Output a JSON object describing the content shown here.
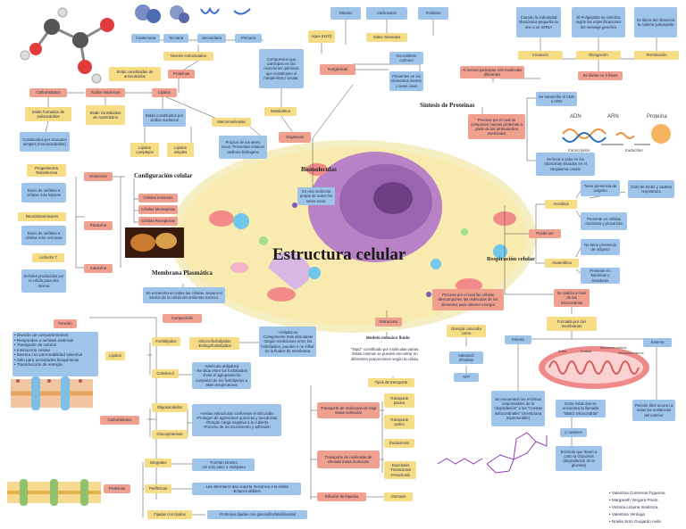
{
  "title": "Estructura celular",
  "headings": {
    "configuracion": "Configuración celular",
    "membrana": "Membrana Plasmática",
    "sintesis": "Síntesis de Proteínas",
    "biomoleculas": "Biomoleculas",
    "respiracion": "Respiración celular"
  },
  "proteins_top": {
    "cuaternaria": "Cuaternaria",
    "terciaria": "Terciaria",
    "secundaria": "Secundaria",
    "primaria": "Primaria",
    "niveles": "Niveles estructurales"
  },
  "biomol": {
    "constituidas": "Están constituidas de aminoácidos",
    "proteinas": "Proteínas",
    "acidos": "Ácidos Nucleicos",
    "lipidos": "Lípidos",
    "carbohidratos": "Carbohidratos",
    "polisacaridos": "Están formados de polisacáridos",
    "nucleotidos": "Están constituidos de nucleótidos",
    "grasos": "Están constituidos por ácidos nucleicos",
    "azucares": "Constituidos por azucares simples (monosacáridos)",
    "complejos": "Lípidos complejos",
    "simples": "Lípidos simples",
    "macromoleculas": "Macromoléculas",
    "compuestos": "Compuestos que participan en las reacciones químicas que constituyen el metabolismo celular.",
    "metabolitos": "Metabolitos",
    "propios": "Propios de los seres vivos. Presentan enlaces carbono-hidrogeno",
    "organicas": "Orgánicas",
    "molecula": "Es una molécula propia de todos los seres vivos."
  },
  "inorg": {
    "nitratos": "Nitratos",
    "carbonatos": "Carbonatos",
    "fosfatos": "Fosfatos",
    "agua": "Agua (H2O)",
    "sales": "Sales minerales",
    "inorganicas": "Inorgánicas",
    "no_carbono": "No contiene carbono",
    "presentes": "Presentes en los elementos inertes y seres vivos"
  },
  "sintesis": {
    "cuando": "Cuando la subunidad ribosómica pequeña se une a un mRNA",
    "polipeptido": "El Polipéptido se sintetiza según las especificaciones del mensaje genético",
    "libera": "Se libera del ribosoma la cadena polipeptida",
    "iniciacion": "Iniciación",
    "elongacion": "Elongación",
    "terminacion": "Terminación",
    "fases": "Se divide en 3 fases",
    "al_menos": "Al menos participan 100 moléculas diferentes",
    "transcribe": "Se transcribe el ADN a ARN",
    "proceso": "Proceso por el cual se componen nuevas proteínas a partir de los aminoácidos esenciales",
    "ribosomas": "Se lleva a cabo en los ribosomas situados en el citoplasma celular",
    "adn": "ADN",
    "arn": "ARN",
    "proteina": "Proteína",
    "transcription": "transcription",
    "traduction": "traduction"
  },
  "config": {
    "endocrina": "Endocrina",
    "progesterona": "Progesterona Testosterona",
    "envio_lejanas": "Envío de señales a células más lejanas",
    "emisoras": "Células emisoras",
    "mensajeras": "Células Mensajeras",
    "receptoras": "Células Receptoras",
    "neurotransmisores": "Neurotransmisores",
    "paracrina": "Paracrina",
    "envio_cercanas": "Envío de señales a células más cercanas",
    "linfocito": "Linfocito T",
    "autocrina": "Autocrina",
    "senales": "Señales producidas por la célula para ella misma"
  },
  "membrana_text": "Se encuentra en todas las células. Separa el interior de la célula del ambiente exterior.",
  "funcion": {
    "title": "Función",
    "items": [
      "División de compartimientos",
      "Responden a señales externas",
      "Transporte de solutos",
      "Interacción celular",
      "Barrera con permeabilidad selectiva",
      "Sitio para actividades bioquímicas",
      "Transducción de energía"
    ]
  },
  "composicion": {
    "title": "Composición",
    "lipidos": "Lípidos",
    "fosfolipidos": "Fosfolípidos",
    "fosfo_items": "-Glicerofosfolípidos\n-Esfingofosfolípidos",
    "anfipaticos": "-Anfipáticos\n-Componente más abundante\n-Según mediciones entre los fosfolípidos, pueden o no influir en la fluidez de membrana",
    "colesterol": "Colesterol",
    "colesterol_text": "-Molécula anfipática\n-Se sitúa entre los fosfolípidos\n-Evita el agrupamiento compacto de los fosfolípidos a altas temperaturas",
    "carbohidratos": "Carbohidratos",
    "oligosacaridos": "Oligosacáridos",
    "glucoproteinas": "Glucoproteínas",
    "oligo_text": "-Ambas estructuras conforman el Glicocálix\n-Protegen de agresiones químicas y mecánicas\n-Otorgan carga negativa a la cubierta\n-Proceso de reconocimiento y adhesión",
    "proteinas": "Proteínas",
    "integrales": "Integrales",
    "integrales_text": "-Forman túneles\n-Un solo paso o multipaso",
    "perifericas": "Periféricas",
    "perifericas_text": "-Las internas le dan soporte mecánico a la célula\n-Enlaces débiles",
    "fijadas": "Fijadas con lípidos",
    "fijadas_text": "-Proteínas fijadas con glucosilfosfatidilinositol"
  },
  "transporte": {
    "estructura": "Estructura",
    "modelo_title": "Modelo mosaico fluido",
    "modelo_text": "\"Tapiz\" constituido por moléculas varias. Estas mismas se pueden encontrar en diferentes proporciones según la célula.",
    "tipos": "Tipos de transporte",
    "baja": "Transporte de moléculas de baja masa molecular",
    "elevada": "Transporte de moléculas de elevada masa molecular",
    "difusion": "Difusión de líquidos",
    "pasivo": "Transporte pasivo",
    "activo": "Transporte activo",
    "endocitosis": "Endocitosis",
    "exocitosis": "-Exocitosis\n-Transcitosis\n-Potocitosis",
    "osmosis": "Osmosis"
  },
  "energia": {
    "conocida": "Energía conocida como",
    "adenosin": "Adenosín trifosfato",
    "atp": "ATP"
  },
  "respiracion": {
    "aerobica": "Aeróbica",
    "presencia": "Tiene presencia de oxígeno",
    "ciclo": "Ciclo de krebs y cadena respiratoria",
    "presente_eucariota": "Presente en células eucariota y procariota",
    "puede_ser": "Puede ser",
    "anaerobica": "Anaeróbica",
    "no_presencia": "No tiene presencia de oxígeno",
    "bacterias": "Presente en bacterias y levaduras",
    "proceso": "Proceso por el cual las células descomponen las moléculas de los alimentos para obtener energía",
    "mitocondrias": "Se realiza a nivel de las mitocondrias",
    "formada": "Formada por dos membranas",
    "interna": "Interna",
    "externa": "Externa",
    "enzimas_resp": "Se encuentran las enzimas responsables de la \"degradación\" y las \"Crestas mitocondriales\" (membrana impermeable)",
    "entre": "Entre estas dos se encuentra la llamada \"Matriz mitocondrial\"",
    "permite": "Permite libre acceso a todas las sustancias del exterior",
    "contiene": "y contiene",
    "enzimas_llevan": "Enzimas que llevan a cabo la Glucolisis (degradación de la glucosa)",
    "matriz": "Matriz",
    "crestas": "Crestas",
    "mem_ext": "Membrana externa",
    "mem_int": "Membrana interna"
  },
  "authors": [
    "Valentina Contreras Figueroa",
    "Margareth Vergara Prieto",
    "Victoria Lizama Inostroza",
    "Valentina Verdugo",
    "Noelia Soto Guajardo Avila"
  ]
}
